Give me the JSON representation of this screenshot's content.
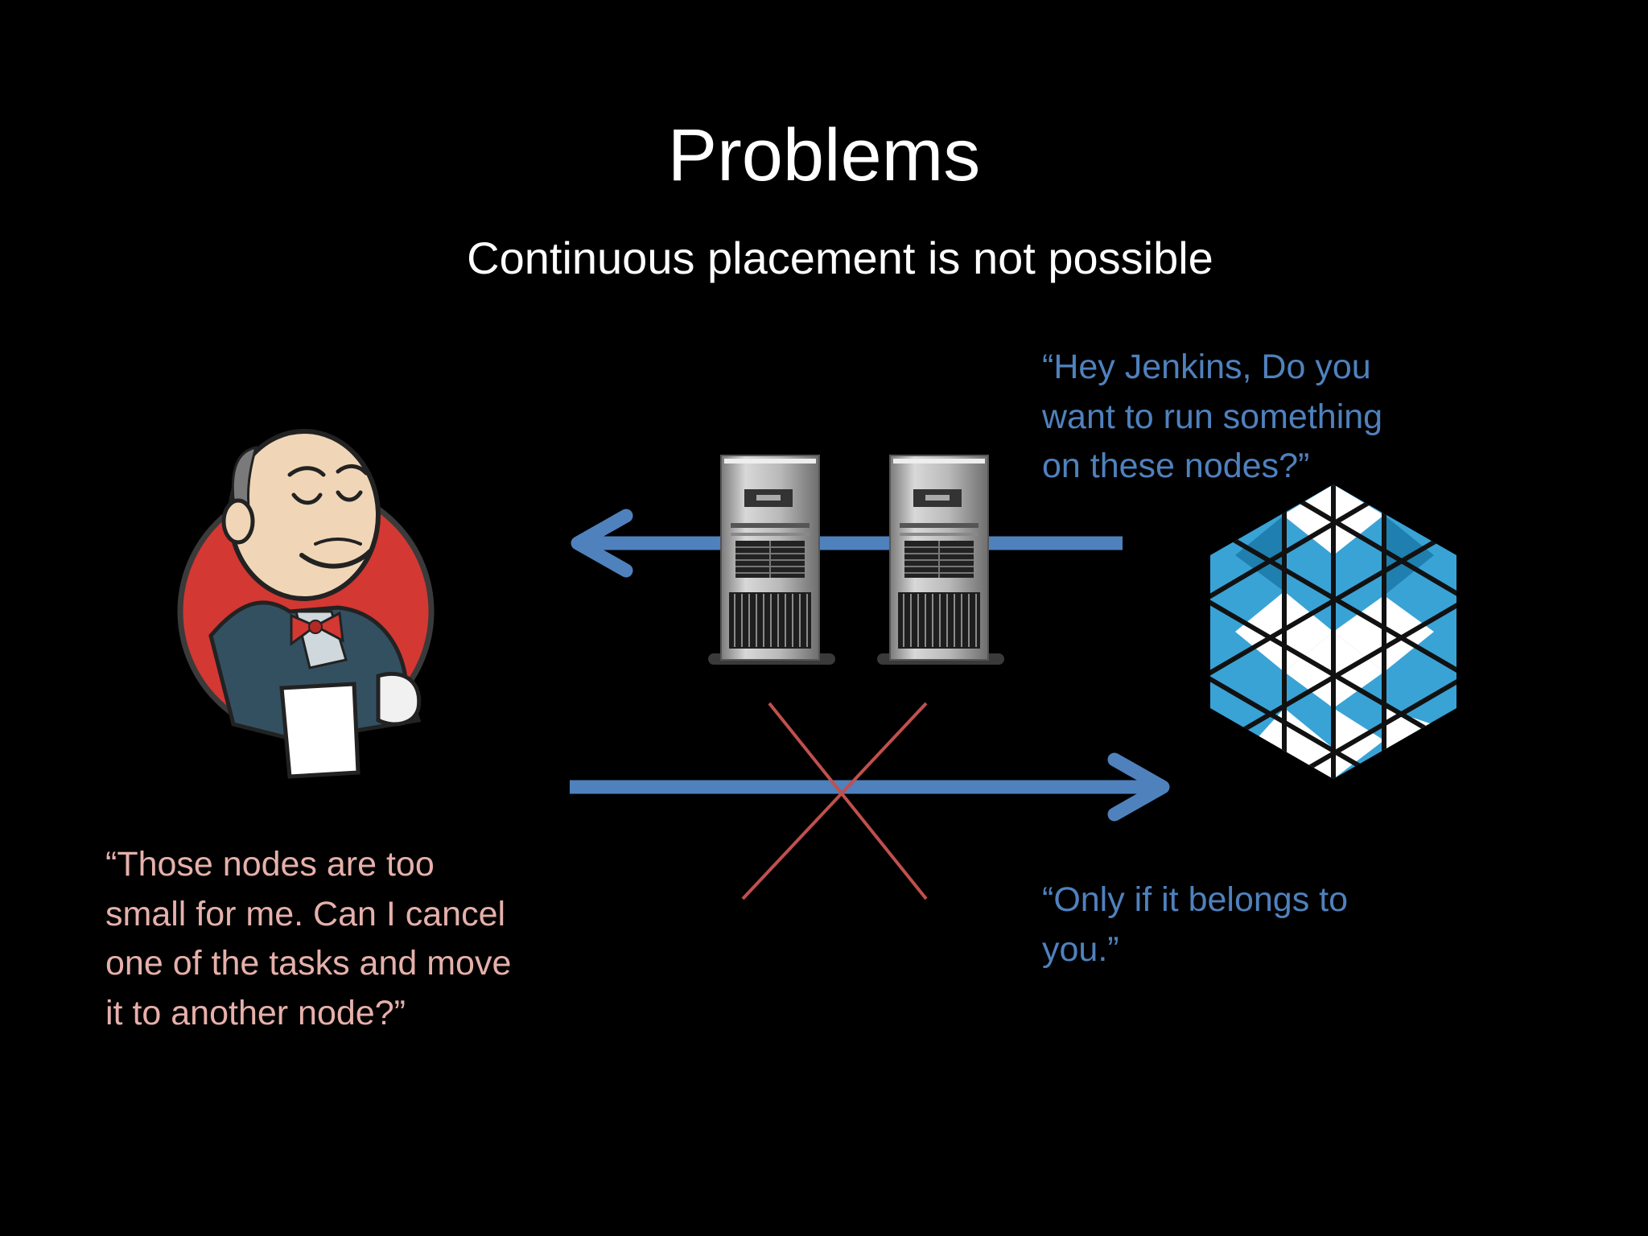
{
  "slide": {
    "title": "Problems",
    "subtitle": "Continuous placement is not possible",
    "mesos_offer_quote": {
      "lines": [
        "“Hey Jenkins, Do you",
        "want to run something",
        "on these nodes?”"
      ]
    },
    "mesos_reply_quote": {
      "lines": [
        "“Only if it belongs to",
        "you.”"
      ]
    },
    "jenkins_quote": {
      "lines": [
        "“Those nodes are too",
        "small for me. Can I cancel",
        "one of the tasks and move",
        "it to another node?”"
      ]
    }
  },
  "colors": {
    "background": "#000000",
    "text": "#ffffff",
    "mesos_quote": "#4f81bd",
    "jenkins_quote": "#e6b0aa",
    "arrow": "#4f81bd",
    "cross": "#c0504d",
    "jenkins_badge": "#d33833"
  },
  "icons": {
    "jenkins": "jenkins-butler-logo",
    "servers": "tower-server-icon",
    "mesos": "mesos-hexagon-logo",
    "rejected": "red-x-mark"
  }
}
